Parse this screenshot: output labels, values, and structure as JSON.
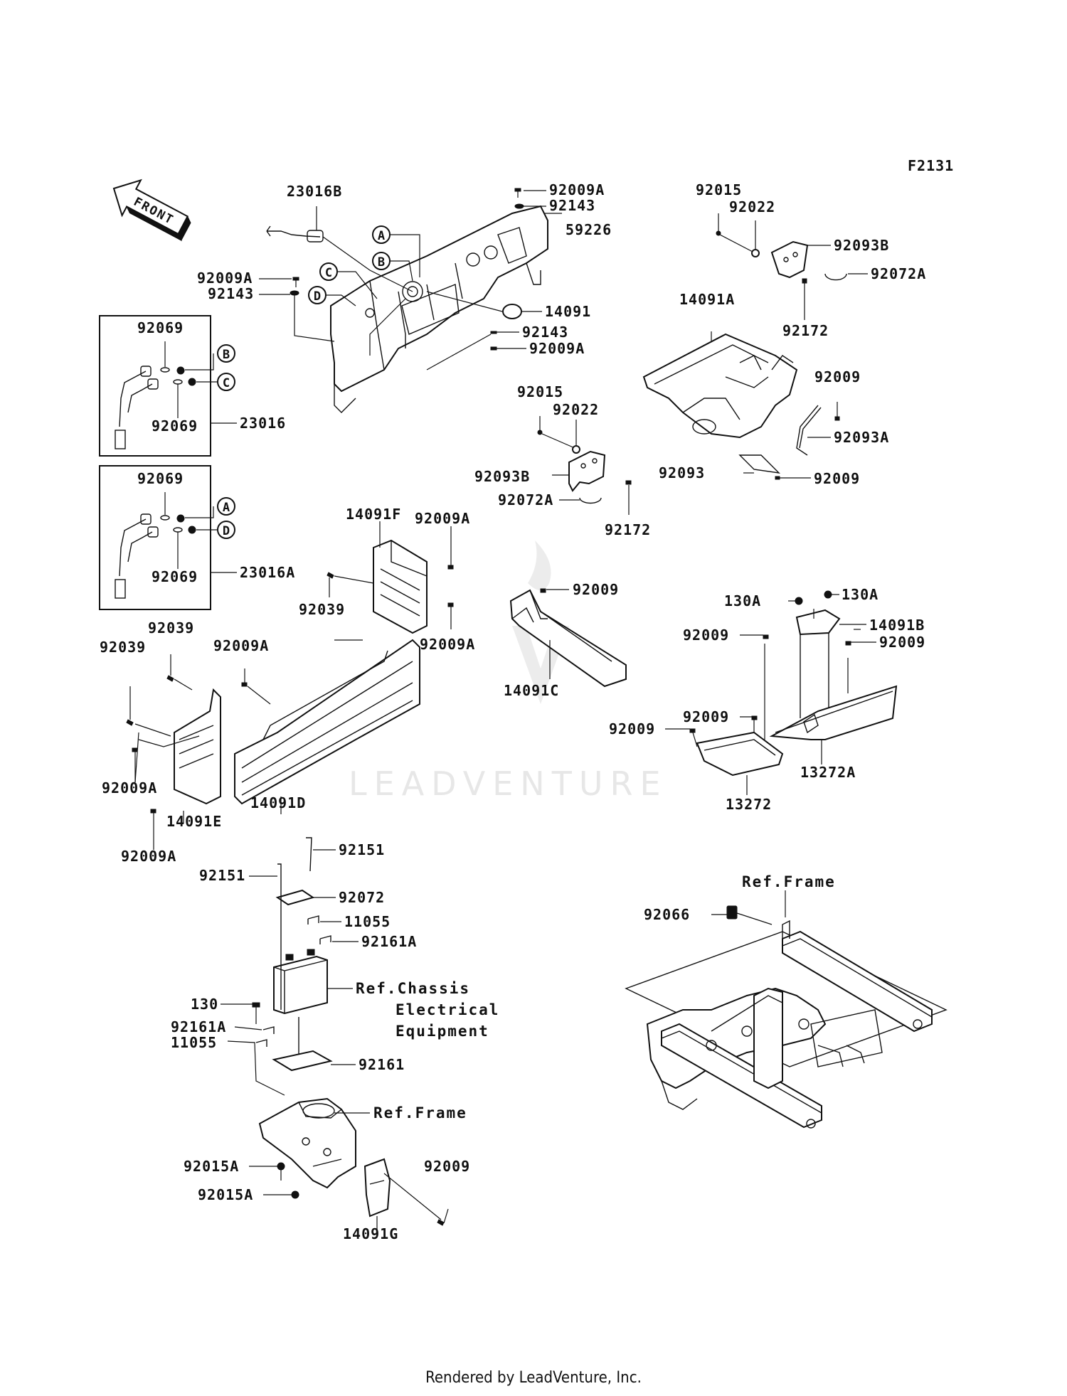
{
  "diagram_code": "F2131",
  "front_arrow_text": "FRONT",
  "watermark": "LEADVENTURE",
  "footer": "Rendered by LeadVenture, Inc.",
  "callouts": [
    "A",
    "B",
    "C",
    "D"
  ],
  "labels": {
    "p23016B": "23016B",
    "p92009A_1": "92009A",
    "p92143_1": "92143",
    "p59226": "59226",
    "p92009A_2": "92009A",
    "p92143_2": "92143",
    "p14091": "14091",
    "p92143_3": "92143",
    "p92009A_3": "92009A",
    "p92015_1": "92015",
    "p92022_1": "92022",
    "p92093B_1": "92093B",
    "p92072A_1": "92072A",
    "p14091A": "14091A",
    "p92172_1": "92172",
    "p92009_1": "92009",
    "p92093A": "92093A",
    "p92093": "92093",
    "p92009_2": "92009",
    "p92015_2": "92015",
    "p92022_2": "92022",
    "p92093B_2": "92093B",
    "p92072A_2": "92072A",
    "p92172_2": "92172",
    "p92069_1": "92069",
    "p92069_2": "92069",
    "p23016": "23016",
    "p92069_3": "92069",
    "p92069_4": "92069",
    "p23016A": "23016A",
    "p14091F": "14091F",
    "p92009A_4": "92009A",
    "p92039_1": "92039",
    "p92009A_5": "92009A",
    "p92039_2": "92039",
    "p92039_3": "92039",
    "p92009A_6": "92009A",
    "p92009A_7": "92009A",
    "p14091E": "14091E",
    "p14091D": "14091D",
    "p92009A_8": "92009A",
    "p92009_3": "92009",
    "p14091C": "14091C",
    "p130A_1": "130A",
    "p130A_2": "130A",
    "p14091B": "14091B",
    "p92009_4": "92009",
    "p92009_5": "92009",
    "p92009_6": "92009",
    "p92009_7": "92009",
    "p13272A": "13272A",
    "p13272": "13272",
    "p92151_1": "92151",
    "p92151_2": "92151",
    "p92072": "92072",
    "p11055_1": "11055",
    "p92161A_1": "92161A",
    "p130": "130",
    "p92161A_2": "92161A",
    "p11055_2": "11055",
    "p92161": "92161",
    "p92015A_1": "92015A",
    "p92015A_2": "92015A",
    "p92009_8": "92009",
    "p14091G": "14091G",
    "p92066": "92066"
  },
  "references": {
    "chassis_1": "Ref.Chassis",
    "chassis_2": "Electrical",
    "chassis_3": "Equipment",
    "frame_1": "Ref.Frame",
    "frame_2": "Ref.Frame"
  }
}
